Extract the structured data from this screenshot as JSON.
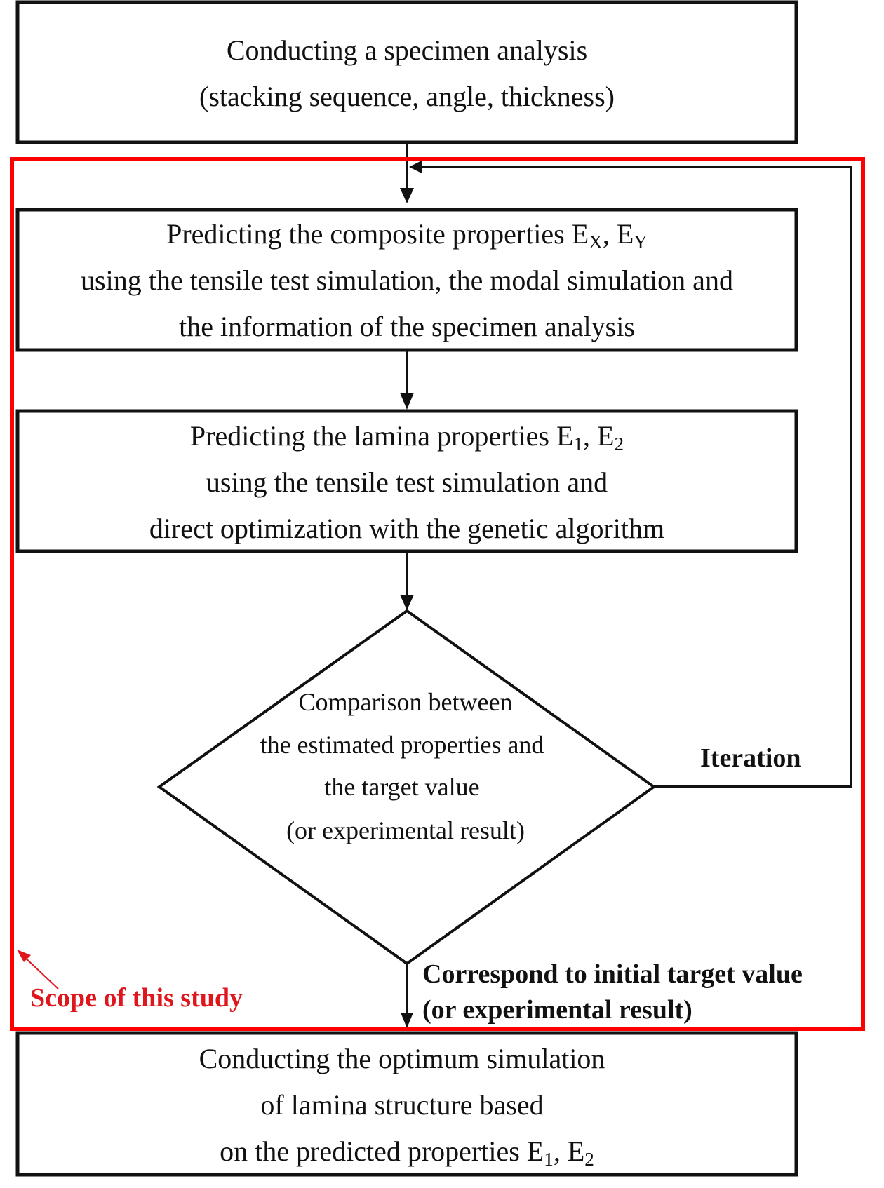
{
  "colors": {
    "line": "#111111",
    "scope": "#ff0000",
    "scope_text": "#e0161d"
  },
  "boxes": {
    "specimen_analysis": {
      "lines": [
        "Conducting a specimen analysis",
        "(stacking sequence, angle, thickness)"
      ]
    },
    "composite_properties": {
      "line1_prefix": "Predicting the composite properties E",
      "line1_sub1": "X",
      "line1_mid": ", E",
      "line1_sub2": "Y",
      "lines": [
        "using the tensile test simulation, the modal simulation and",
        "the information of the specimen analysis"
      ]
    },
    "lamina_properties": {
      "line1_prefix": "Predicting the lamina properties E",
      "line1_sub1": "1",
      "line1_mid": ", E",
      "line1_sub2": "2",
      "lines": [
        "using the tensile test simulation and",
        "direct optimization with the genetic algorithm"
      ]
    },
    "comparison": {
      "lines": [
        "Comparison between",
        "the estimated properties and",
        "the target value",
        "(or experimental result)"
      ]
    },
    "optimum_simulation": {
      "lines": [
        "Conducting the optimum simulation",
        "of lamina structure based"
      ],
      "line3_prefix": "on the predicted properties E",
      "line3_sub1": "1",
      "line3_mid": ", E",
      "line3_sub2": "2"
    }
  },
  "labels": {
    "iteration": "Iteration",
    "correspond_line1": "Correspond to initial target value",
    "correspond_line2": "(or experimental result)",
    "scope": "Scope of this study"
  }
}
